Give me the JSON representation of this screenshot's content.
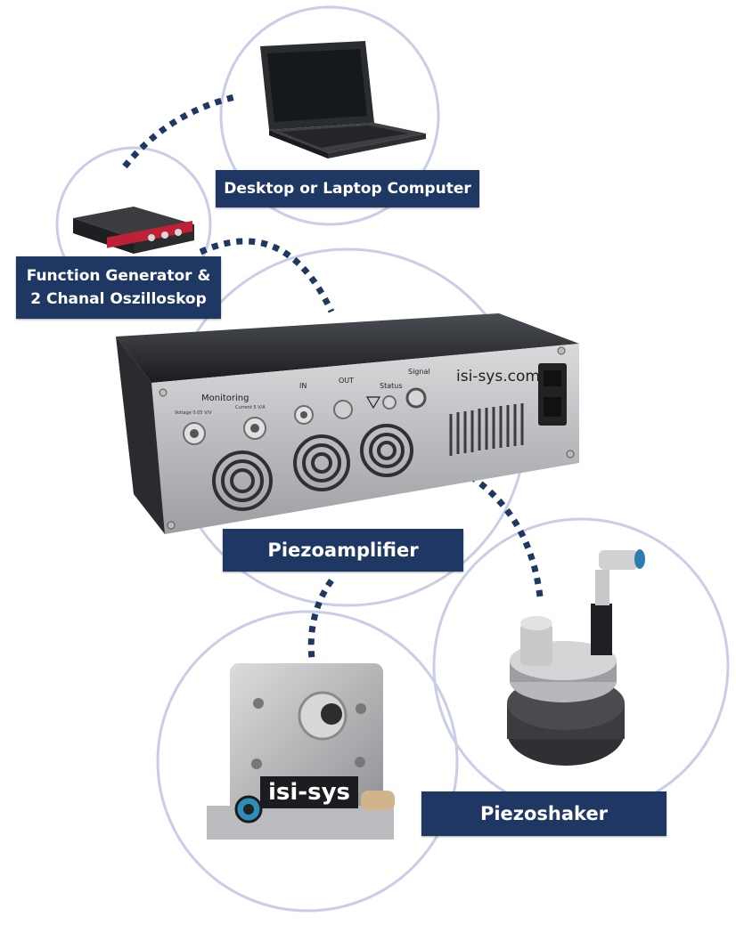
{
  "labels": {
    "computer": "Desktop or Laptop Computer",
    "generator_line1": "Function Generator &",
    "generator_line2": "2 Chanal Oszilloskop",
    "amplifier": "Piezoamplifier",
    "shaker": "Piezoshaker"
  },
  "amplifier_panel": {
    "brand": "isi-sys.com",
    "monitoring": "Monitoring",
    "voltage": "Voltage 0.05 V/V",
    "current": "Current 5 V/A",
    "in": "IN",
    "out": "OUT",
    "status": "Status",
    "signal": "Signal"
  },
  "device_brand": "isi-sys",
  "colors": {
    "label_bg": "#1f3763",
    "circle": "#c9cde8",
    "dots": "#1f3763"
  }
}
